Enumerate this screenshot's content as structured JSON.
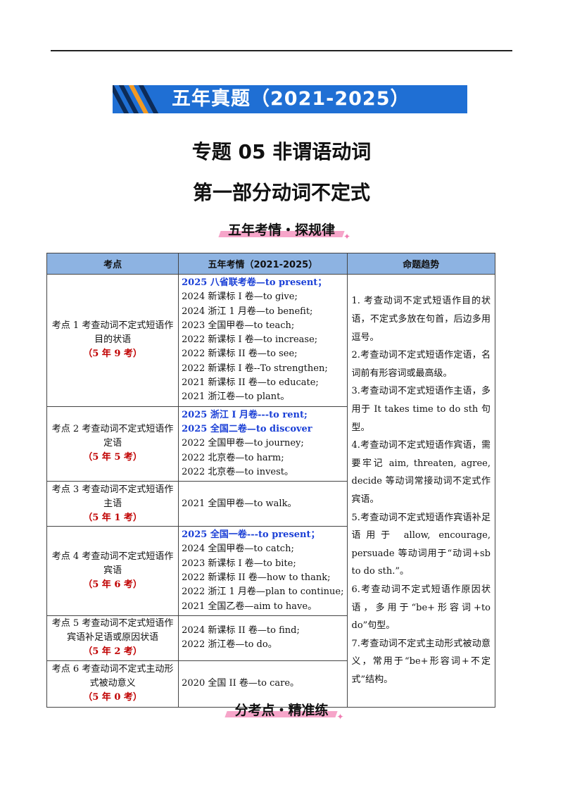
{
  "banner": {
    "text": "五年真题（2021-2025）"
  },
  "title": {
    "line1": "专题 05  非谓语动词",
    "line2": "第一部分动词不定式"
  },
  "section1_label": "五年考情・探规律",
  "section2_label": "分考点・精准练",
  "table": {
    "headers": [
      "考点",
      "五年考情（2021-2025）",
      "命题趋势"
    ],
    "rows": [
      {
        "point": "考点 1 考查动词不定式短语作目的状语",
        "count": "（5 年 9 考）",
        "exams": [
          {
            "text": "2025 八省联考卷—to present；",
            "highlight": true
          },
          {
            "text": "2024 新课标 I 卷—to give;",
            "highlight": false
          },
          {
            "text": "2024 浙江 1 月卷—to benefit;",
            "highlight": false
          },
          {
            "text": "2023 全国甲卷—to teach;",
            "highlight": false
          },
          {
            "text": "2022 新课标 I 卷—to increase;",
            "highlight": false
          },
          {
            "text": "2022 新课标 II 卷—to see;",
            "highlight": false
          },
          {
            "text": "2022 新课标 I 卷--To strengthen;",
            "highlight": false
          },
          {
            "text": "2021 新课标 II 卷—to educate;",
            "highlight": false
          },
          {
            "text": "2021 浙江卷—to plant。",
            "highlight": false
          }
        ]
      },
      {
        "point": "考点 2 考查动词不定式短语作定语",
        "count": "（5 年 5 考）",
        "exams": [
          {
            "text": "2025 浙江 I 月卷---to rent;",
            "highlight": true
          },
          {
            "text": "2025 全国二卷—to  discover",
            "highlight": true
          },
          {
            "text": "2022 全国甲卷—to journey;",
            "highlight": false
          },
          {
            "text": "2022 北京卷—to harm;",
            "highlight": false
          },
          {
            "text": "2022 北京卷—to invest。",
            "highlight": false
          }
        ]
      },
      {
        "point": "考点 3 考查动词不定式短语作主语",
        "count": "（5 年 1 考）",
        "exams": [
          {
            "text": "2021 全国甲卷—to walk。",
            "highlight": false
          }
        ]
      },
      {
        "point": "考点 4 考查动词不定式短语作宾语",
        "count": "（5 年 6 考）",
        "exams": [
          {
            "text": "2025 全国一卷---to present；",
            "highlight": true
          },
          {
            "text": "2024 全国甲卷—to catch;",
            "highlight": false
          },
          {
            "text": "2023 新课标 I 卷—to bite;",
            "highlight": false
          },
          {
            "text": "2022 新课标 II 卷—how to thank;",
            "highlight": false
          },
          {
            "text": "2022 浙江 1 月卷—plan to continue;",
            "highlight": false
          },
          {
            "text": "2021 全国乙卷—aim to have。",
            "highlight": false
          }
        ]
      },
      {
        "point": "考点 5 考查动词不定式短语作宾语补足语或原因状语",
        "count": "（5 年 2 考）",
        "exams": [
          {
            "text": "2024 新课标 II 卷—to find;",
            "highlight": false
          },
          {
            "text": "2022 浙江卷—to do。",
            "highlight": false
          }
        ]
      },
      {
        "point": "考点 6 考查动词不定式主动形式被动意义",
        "count": "（5 年 0 考）",
        "exams": [
          {
            "text": "2020 全国 II 卷—to care。",
            "highlight": false
          }
        ]
      }
    ],
    "trend": [
      "1. 考查动词不定式短语作目的状语，不定式多放在句首，后边多用逗号。",
      "2.考查动词不定式短语作定语，名词前有形容词或最高级。",
      "3.考查动词不定式短语作主语，多用于 It takes time to do sth 句型。",
      "4.考查动词不定式短语作宾语，需要牢记 aim, threaten, agree, decide 等动词常接动词不定式作宾语。",
      "5.考查动词不定式短语作宾语补足语用于 allow, encourage, persuade 等动词用于“动词+sb to do sth.”。",
      "6.考查动词不定式短语作原因状语，多用于“be+形容词+to do”句型。",
      "7.考查动词不定式主动形式被动意义，常用于“be+形容词+不定式”结构。"
    ]
  }
}
